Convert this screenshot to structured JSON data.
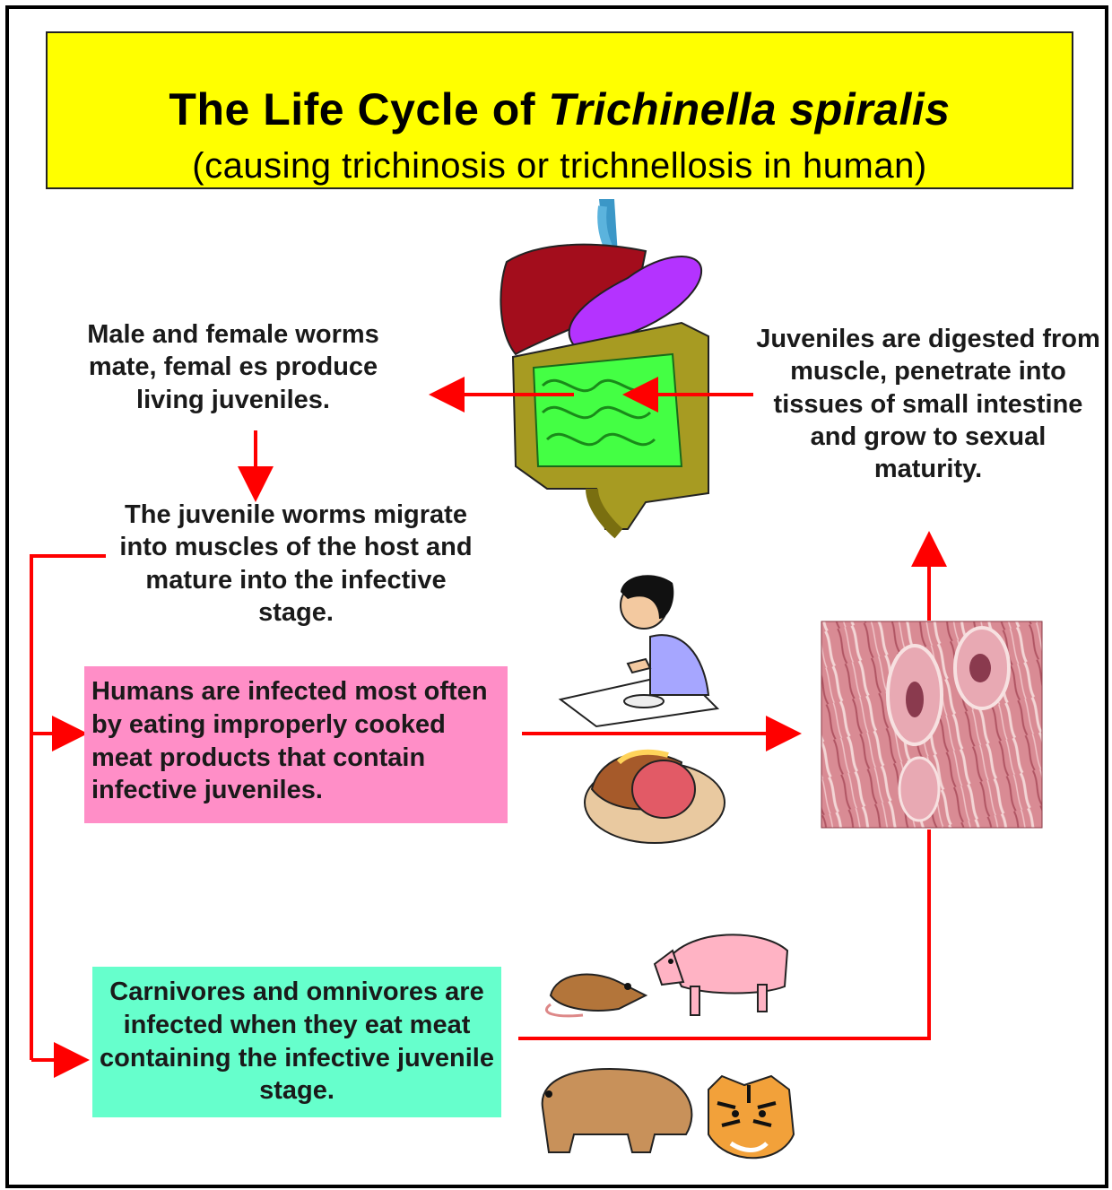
{
  "title": {
    "line1_prefix": "The Life Cycle of ",
    "line1_species": "Trichinella spiralis",
    "line2": "(causing trichinosis or trichnellosis in human)"
  },
  "steps": {
    "mate": "Male and female worms mate, femal es produce living juveniles.",
    "migrate": "The juvenile worms migrate into muscles of the host and mature into the infective stage.",
    "digested": "Juveniles are digested from muscle, penetrate into tissues of small intestine and grow to sexual maturity.",
    "humans": "Humans are infected most often by eating improperly cooked meat products that contain infective juveniles.",
    "carnivores": "Carnivores and omnivores are infected when they eat meat containing the infective juvenile stage."
  },
  "colors": {
    "arrow": "#ff0000",
    "title_bg": "#ffff00",
    "humans_bg": "#ff8ec7",
    "carnivores_bg": "#66ffcc"
  },
  "icons": [
    "digestive-system-icon",
    "person-eating-icon",
    "ham-icon",
    "muscle-tissue-icon",
    "rat-icon",
    "pig-icon",
    "bear-icon",
    "tiger-icon"
  ]
}
